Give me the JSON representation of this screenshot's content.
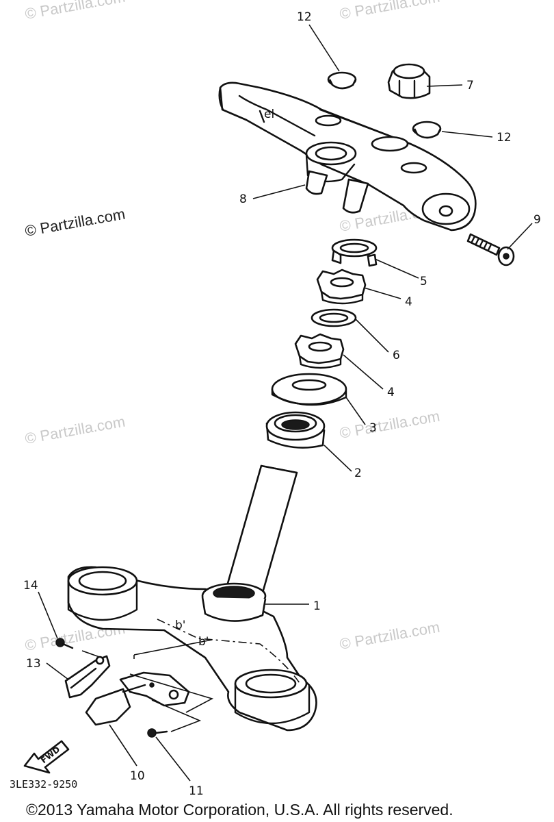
{
  "watermark": "© Partzilla.com",
  "watermark_dark": "© Partzilla.com",
  "diagram_code": "3LE332-9250",
  "copyright": "©2013 Yamaha Motor Corporation, U.S.A. All rights reserved.",
  "fwd_label": "FWD",
  "callouts": {
    "c1": "1",
    "c2": "2",
    "c3": "3",
    "c4a": "4",
    "c4b": "4",
    "c5": "5",
    "c6": "6",
    "c7": "7",
    "c8": "8",
    "c9": "9",
    "c10": "10",
    "c11": "11",
    "c12a": "12",
    "c12b": "12",
    "c13": "13",
    "c14": "14"
  }
}
